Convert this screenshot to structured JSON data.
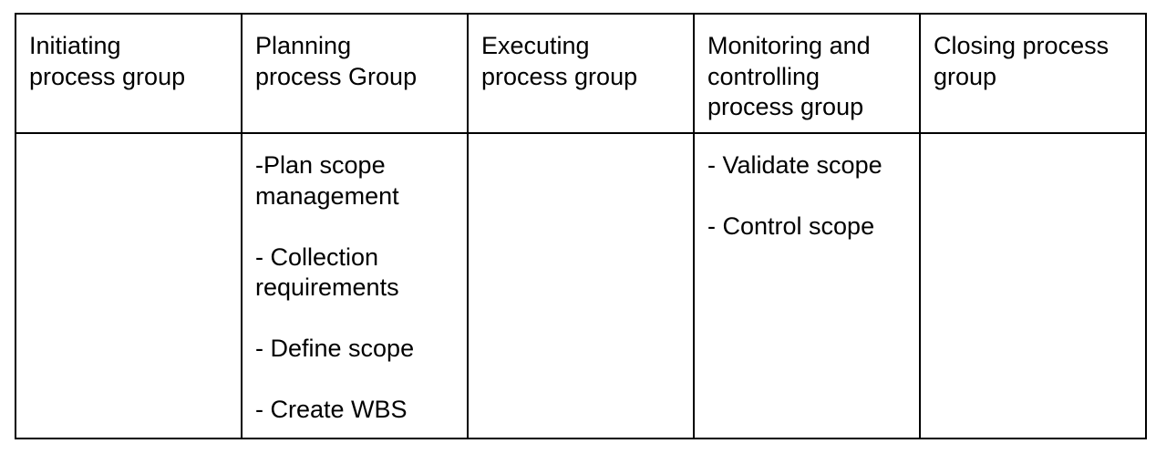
{
  "table": {
    "headers": [
      "Initiating\nprocess group",
      "Planning\nprocess Group",
      "Executing\nprocess group",
      "Monitoring and\ncontrolling\nprocess  group",
      "Closing process\ngroup"
    ],
    "cells": {
      "initiating": [],
      "planning": [
        "-Plan scope\nmanagement",
        "- Collection\nrequirements",
        "- Define scope",
        "- Create WBS"
      ],
      "executing": [],
      "monitoring": [
        "- Validate scope",
        "- Control scope"
      ],
      "closing": []
    }
  }
}
